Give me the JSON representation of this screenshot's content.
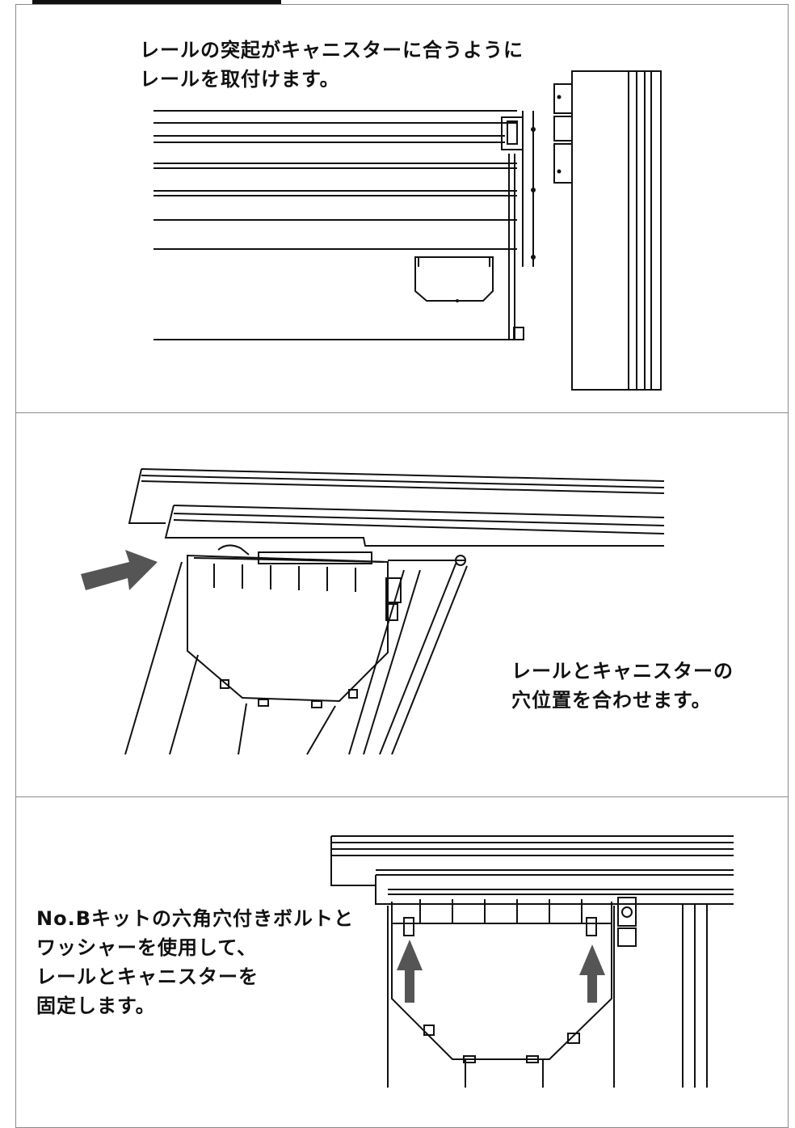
{
  "steps": [
    {
      "caption_lines": [
        "レールの突起がキャニスターに合うように",
        "レールを取付けます。"
      ],
      "illustration": "rail-fitting-side-view"
    },
    {
      "caption_lines": [
        "レールとキャニスターの",
        "穴位置を合わせます。"
      ],
      "illustration": "rail-canister-alignment",
      "arrow_icon": "arrow-right-icon"
    },
    {
      "caption_lines": [
        "No.Bキットの六角穴付きボルトと",
        "ワッシャーを使用して、",
        "レールとキャニスターを",
        "固定します。"
      ],
      "illustration": "bolt-fixing-front-view",
      "arrow_icon": "arrow-up-icon"
    }
  ],
  "colors": {
    "line": "#111111",
    "border": "#8a8a8a",
    "arrow": "#555555"
  }
}
